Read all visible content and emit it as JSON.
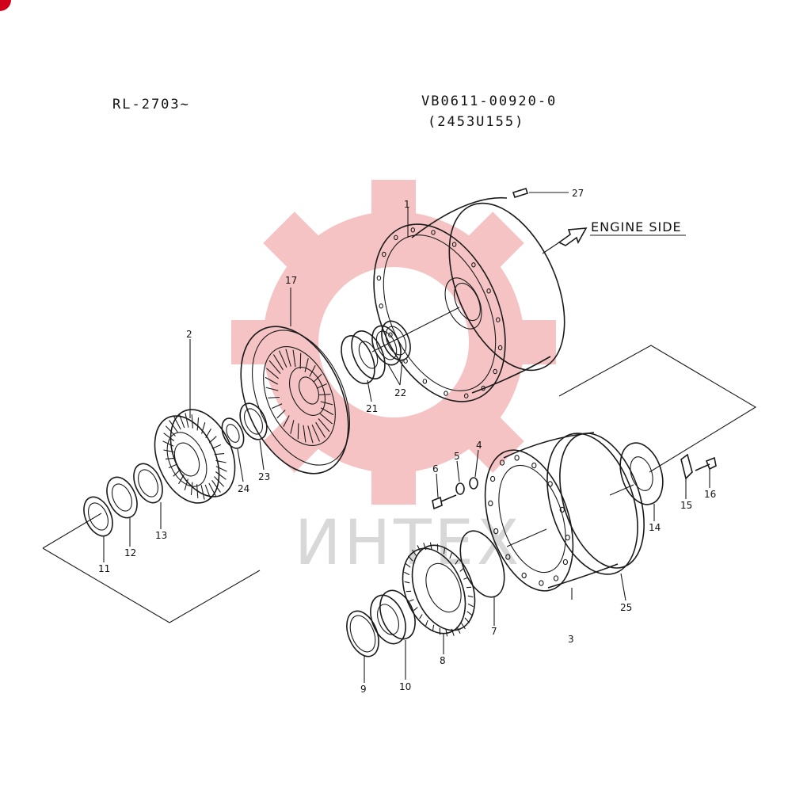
{
  "header": {
    "serial_range": "RL-2703~",
    "part_number": "VB0611-00920-0",
    "part_code": "(2453U155)"
  },
  "engine_side_label": "ENGINE SIDE",
  "watermark": {
    "text": "ИНТЕХ",
    "gear_color": "#f4b9b9"
  },
  "accent_color": "#d0021b",
  "callouts": {
    "p1": "1",
    "p2": "2",
    "p3": "3",
    "p4": "4",
    "p5": "5",
    "p6": "6",
    "p7": "7",
    "p8": "8",
    "p9": "9",
    "p10": "10",
    "p11": "11",
    "p12": "12",
    "p13": "13",
    "p14": "14",
    "p15": "15",
    "p16": "16",
    "p17": "17",
    "p21": "21",
    "p22": "22",
    "p23": "23",
    "p24": "24",
    "p25": "25",
    "p27": "27"
  }
}
